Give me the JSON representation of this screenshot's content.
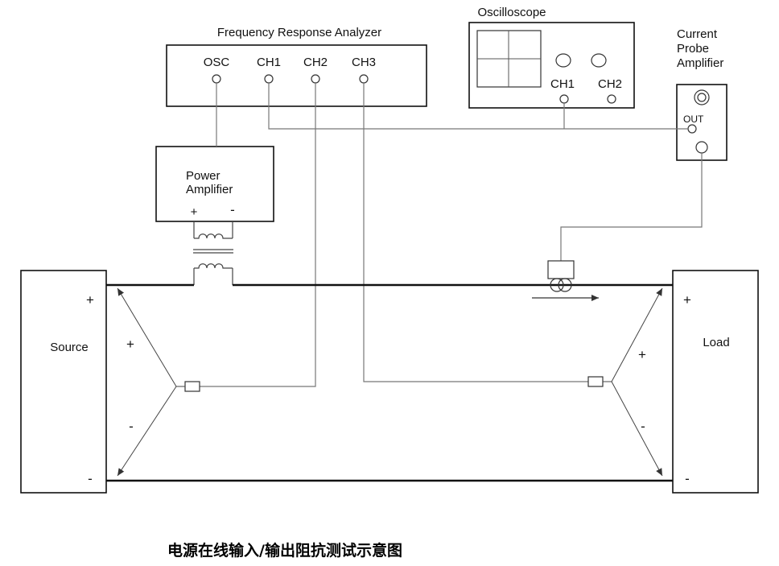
{
  "fra": {
    "title": "Frequency Response Analyzer",
    "osc": "OSC",
    "ch1": "CH1",
    "ch2": "CH2",
    "ch3": "CH3"
  },
  "scope": {
    "title": "Oscilloscope",
    "ch1": "CH1",
    "ch2": "CH2"
  },
  "probe_amp": {
    "line1": "Current",
    "line2": "Probe",
    "line3": "Amplifier",
    "out": "OUT"
  },
  "power_amp": {
    "line1": "Power",
    "line2": "Amplifier",
    "plus": "+",
    "minus": "-"
  },
  "source": {
    "label": "Source",
    "plus": "+",
    "minus": "-",
    "sense_plus": "+",
    "sense_minus": "-"
  },
  "load": {
    "label": "Load",
    "plus": "+",
    "minus": "-",
    "sense_plus": "+",
    "sense_minus": "-"
  },
  "caption": "电源在线输入/输出阻抗测试示意图"
}
